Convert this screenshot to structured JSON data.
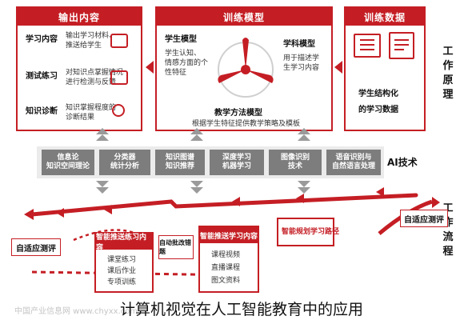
{
  "panels": {
    "right": {
      "title": "训练数据",
      "items": [
        "学生结构化",
        "的学习数据"
      ]
    },
    "middle": {
      "title": "训练模型",
      "left_title": "学生模型",
      "left_lines": [
        "学生认知、",
        "情感方面的个",
        "性特征"
      ],
      "right_title": "学科模型",
      "right_lines": [
        "用于描述学",
        "生学习内容"
      ],
      "bottom_title": "教学方法模型",
      "bottom_line": "根据学生特征提供教学策略及模板"
    },
    "left": {
      "title": "输出内容",
      "items": [
        {
          "label": "学习内容",
          "desc": [
            "输出学习材料、",
            "推送给学生"
          ]
        },
        {
          "label": "测试练习",
          "desc": [
            "对知识点掌握情况",
            "进行检测与反馈"
          ]
        },
        {
          "label": "知识诊断",
          "desc": [
            "知识掌握程度的",
            "诊断结果"
          ]
        }
      ]
    }
  },
  "side_labels": {
    "top": "工作原理",
    "bottom": "工作流程"
  },
  "ai": {
    "label": "AI技术",
    "techs": [
      [
        "语音识别与",
        "自然语言处理"
      ],
      [
        "图像识别",
        "技术"
      ],
      [
        "深度学习",
        "机器学习"
      ],
      [
        "知识图谱",
        "知识推荐"
      ],
      [
        "分类器",
        "统计分析"
      ],
      [
        "信息论",
        "知识空间理论"
      ]
    ]
  },
  "flow": {
    "step1": "自适应测评",
    "step2": "智能规划学习路径",
    "step3": {
      "title": "智能推送学习内容",
      "items": [
        "课程视频",
        "直播课程",
        "图文资料"
      ]
    },
    "step4": "自动批改错题",
    "step5": {
      "title": "智能推送练习内容",
      "items": [
        "课堂练习",
        "课后作业",
        "专项训练"
      ]
    },
    "step6": "自适应测评"
  },
  "caption": "计算机视觉在人工智能教育中的应用",
  "watermark": "中国产业信息网  www.chyxx.com",
  "colors": {
    "accent": "#c41e24",
    "band": "#7d7d7d"
  }
}
